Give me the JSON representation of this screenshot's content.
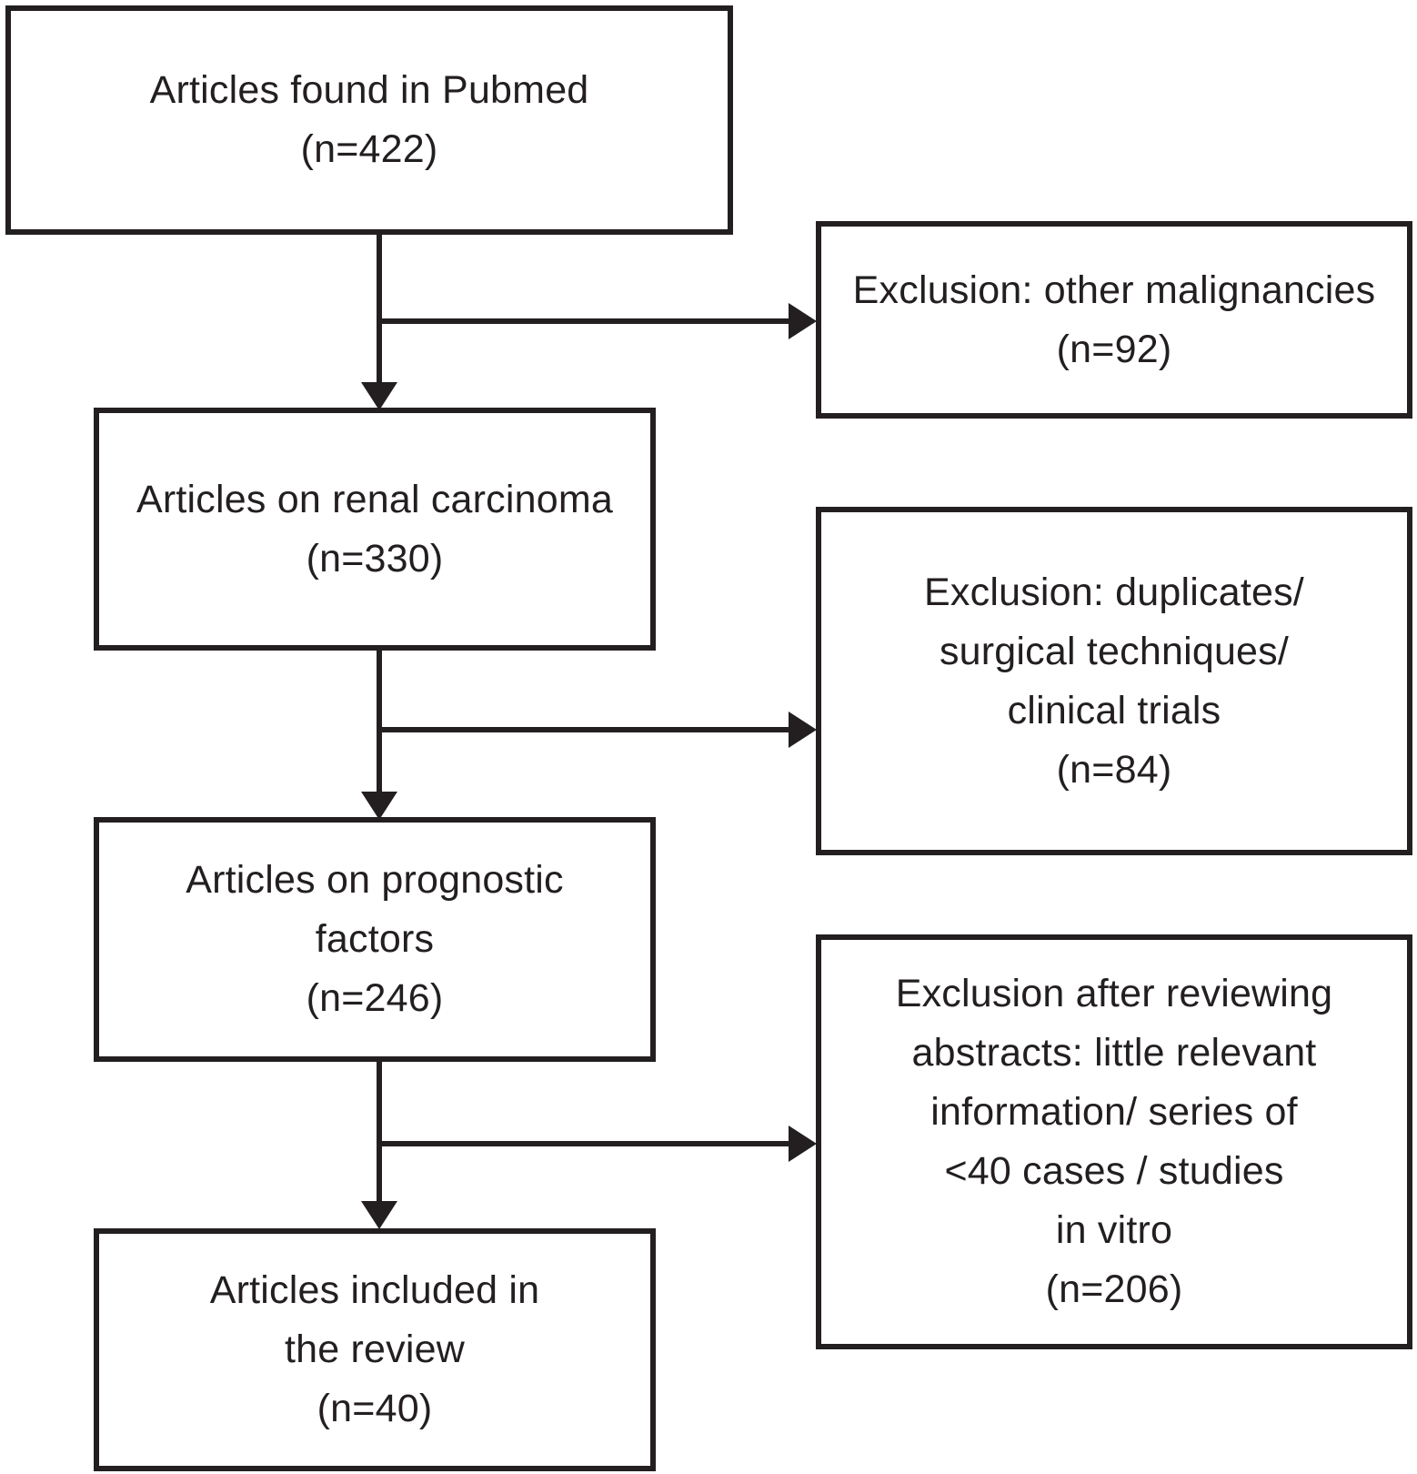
{
  "page": {
    "background_color": "#ffffff",
    "ink_color": "#231f20",
    "description": "Flow diagram of article selection for a systematic review"
  },
  "flowchart": {
    "main_boxes": [
      {
        "id": "pubmed",
        "lines": [
          "Articles found in Pubmed",
          "(n=422)"
        ]
      },
      {
        "id": "renal",
        "lines": [
          "Articles on renal carcinoma",
          "(n=330)"
        ]
      },
      {
        "id": "prognostic",
        "lines": [
          "Articles on prognostic",
          "factors",
          "(n=246)"
        ]
      },
      {
        "id": "included",
        "lines": [
          "Articles included in",
          "the review",
          "(n=40)"
        ]
      }
    ],
    "exclusion_boxes": [
      {
        "id": "exclusion-1",
        "lines": [
          "Exclusion: other malignancies",
          "(n=92)"
        ]
      },
      {
        "id": "exclusion-2",
        "lines": [
          "Exclusion: duplicates/",
          "surgical techniques/",
          "clinical trials",
          "(n=84)"
        ]
      },
      {
        "id": "exclusion-3",
        "lines": [
          "Exclusion after reviewing",
          "abstracts: little relevant",
          "information/ series of",
          "<40 cases / studies",
          "in vitro",
          "(n=206)"
        ]
      }
    ],
    "edges": [
      {
        "from": "pubmed",
        "to": "renal",
        "type": "down-arrow"
      },
      {
        "from": "pubmed",
        "to": "exclusion-1",
        "type": "right-arrow"
      },
      {
        "from": "renal",
        "to": "prognostic",
        "type": "down-arrow"
      },
      {
        "from": "renal",
        "to": "exclusion-2",
        "type": "right-arrow"
      },
      {
        "from": "prognostic",
        "to": "included",
        "type": "down-arrow"
      },
      {
        "from": "prognostic",
        "to": "exclusion-3",
        "type": "right-arrow"
      }
    ]
  }
}
